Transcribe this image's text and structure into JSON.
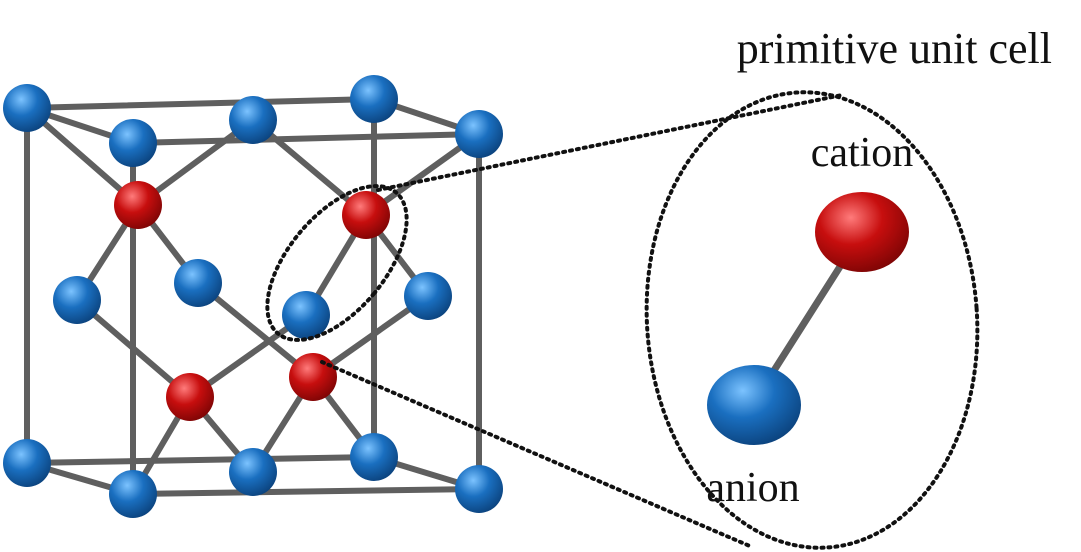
{
  "labels": {
    "title": "primitive unit cell",
    "cation": "cation",
    "anion": "anion"
  },
  "colors": {
    "anion": "#1a6fc0",
    "cation": "#c70e0e",
    "bond": "#5f5f5f",
    "outline": "#111111"
  }
}
